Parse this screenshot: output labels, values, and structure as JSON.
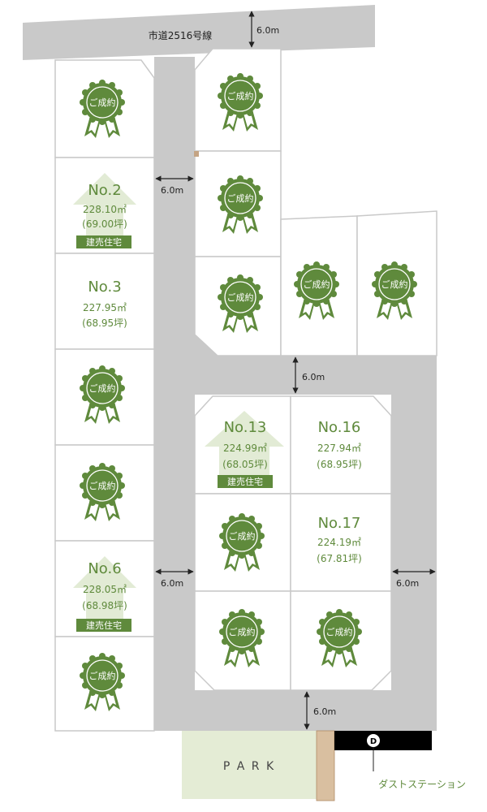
{
  "road": {
    "name": "市道2516号線",
    "widths": [
      "6.0m",
      "6.0m",
      "6.0m",
      "6.0m",
      "6.0m",
      "6.0m"
    ]
  },
  "badge_text": "ご成約",
  "tag_text": "建売住宅",
  "lots": {
    "no2": {
      "title": "No.2",
      "area": "228.10㎡",
      "tsubo": "(69.00坪)"
    },
    "no3": {
      "title": "No.3",
      "area": "227.95㎡",
      "tsubo": "(68.95坪)"
    },
    "no6": {
      "title": "No.6",
      "area": "228.05㎡",
      "tsubo": "(68.98坪)"
    },
    "no13": {
      "title": "No.13",
      "area": "224.99㎡",
      "tsubo": "(68.05坪)"
    },
    "no16": {
      "title": "No.16",
      "area": "227.94㎡",
      "tsubo": "(68.95坪)"
    },
    "no17": {
      "title": "No.17",
      "area": "224.19㎡",
      "tsubo": "(67.81坪)"
    }
  },
  "park": {
    "label": "P A R K"
  },
  "dust": {
    "marker": "D",
    "label": "ダストステーション"
  },
  "colors": {
    "road": "#c9c9c9",
    "green": "#5f8a3c",
    "park": "#e4ecd5",
    "text_green": "#5f8a3c"
  }
}
